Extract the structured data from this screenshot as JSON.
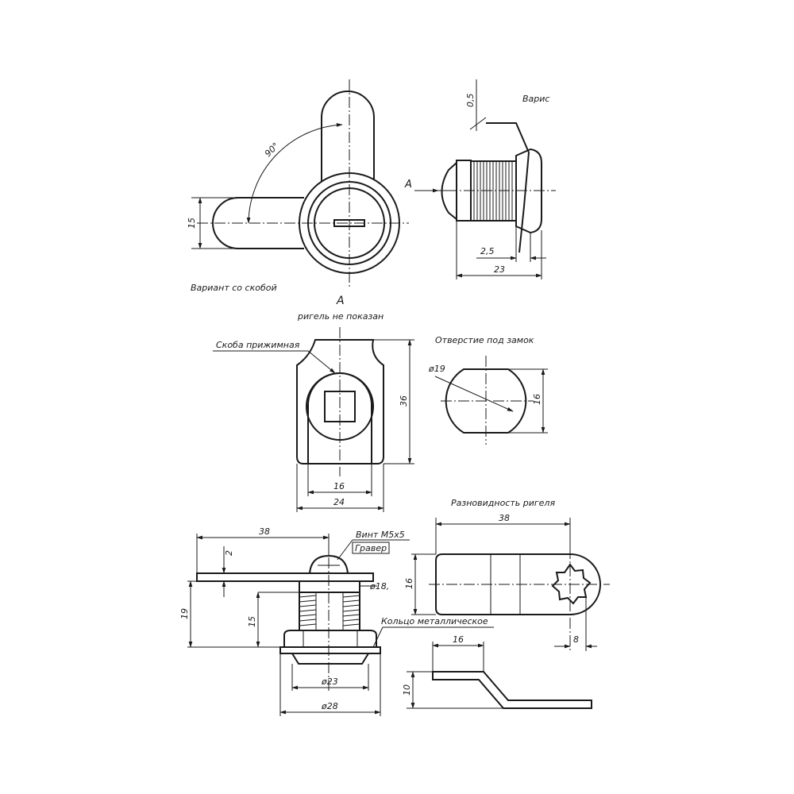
{
  "diagram": {
    "notes": {
      "bracket_variant": "Вариант со скобой",
      "view_a": "A",
      "view_a_arrow": "A",
      "latch_not_shown": "ригель не показан",
      "clamp_bracket": "Скоба прижимная",
      "hole_for_lock": "Отверстие под замок",
      "latch_variety": "Разновидность ригеля",
      "variant_short": "Вариc",
      "screw": "Винт М5х5",
      "engraver": "Гравер",
      "metal_ring": "Кольцо металлическое"
    },
    "dims": {
      "angle_90": "90°",
      "d15_front": "15",
      "d0_5": "0,5",
      "d2_5": "2,5",
      "d23_side": "23",
      "d36": "36",
      "d16_bracket": "16",
      "d24": "24",
      "d19_hole": "ø19",
      "d16_hole": "16",
      "d38_bottom": "38",
      "d2": "2",
      "d19_height": "19",
      "d15_thread": "15",
      "d18": "ø18,",
      "d23_nut": "ø23",
      "d28": "ø28",
      "d38_latch": "38",
      "d16_latch": "16",
      "d8": "8",
      "d16_bent": "16",
      "d10": "10"
    }
  }
}
